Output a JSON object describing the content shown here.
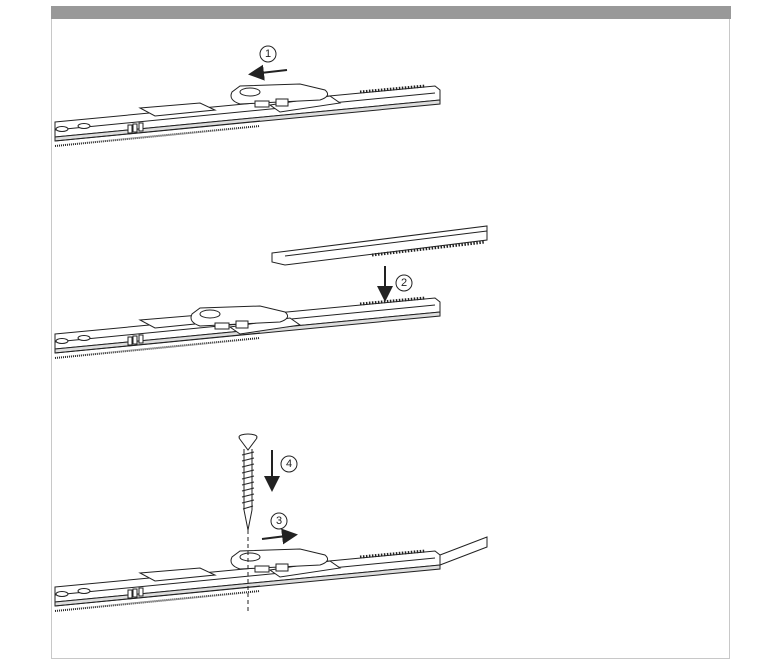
{
  "steps": [
    {
      "number": "1",
      "direction": "left"
    },
    {
      "number": "2",
      "direction": "down"
    },
    {
      "number": "3",
      "direction": "right"
    },
    {
      "number": "4",
      "direction": "down"
    }
  ],
  "colors": {
    "header_bar": "#999999",
    "frame": "#c8c8c8",
    "ink": "#222222"
  }
}
